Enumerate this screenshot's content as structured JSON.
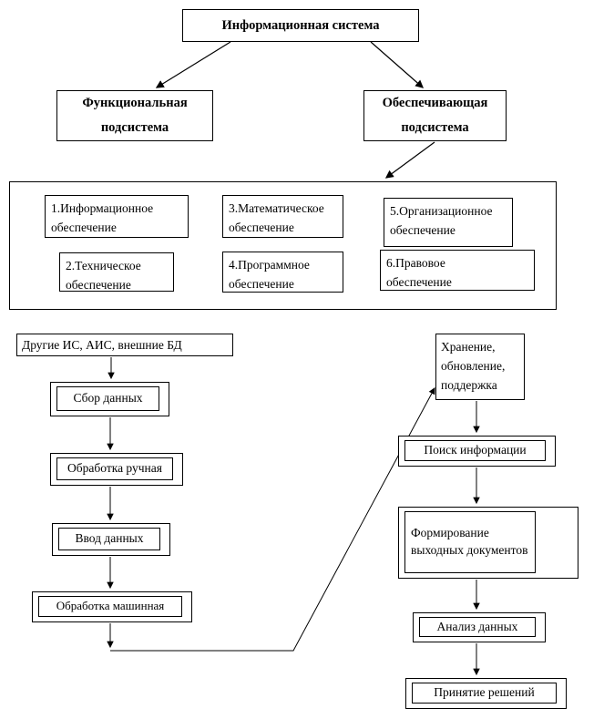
{
  "diagram": {
    "nodes": {
      "root": "Информационная система",
      "functional": "Функциональная подсистема",
      "providing": "Обеспечивающая подсистема",
      "sub1": "1.Информационное обеспечение",
      "sub2": "2.Техническое обеспечение",
      "sub3": "3.Математическое обеспечение",
      "sub4": "4.Программное обеспечение",
      "sub5": "5.Организационное обеспечение",
      "sub6": "6.Правовое обеспечение",
      "sources": "Другие ИС, АИС, внешние БД",
      "collect": "Сбор данных",
      "manual": "Обработка ручная",
      "input": "Ввод данных",
      "machine": "Обработка машинная",
      "storage": "Хранение, обновление, поддержка",
      "search": "Поиск информации",
      "forming": "Формирование выходных документов",
      "analysis": "Анализ данных",
      "decision": "Принятие решений"
    },
    "colors": {
      "border": "#000000",
      "background": "#ffffff",
      "text": "#000000"
    }
  }
}
